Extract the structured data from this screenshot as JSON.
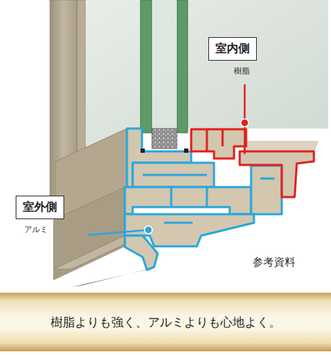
{
  "diagram": {
    "caption": "樹脂よりも強く、アルミよりも心地よく。",
    "nodes": [
      {
        "text": [
          "室内側",
          "樹脂"
        ]
      },
      {
        "text": [
          "室外側",
          "アルミ"
        ]
      }
    ],
    "labels": [
      "参考資料"
    ]
  }
}
